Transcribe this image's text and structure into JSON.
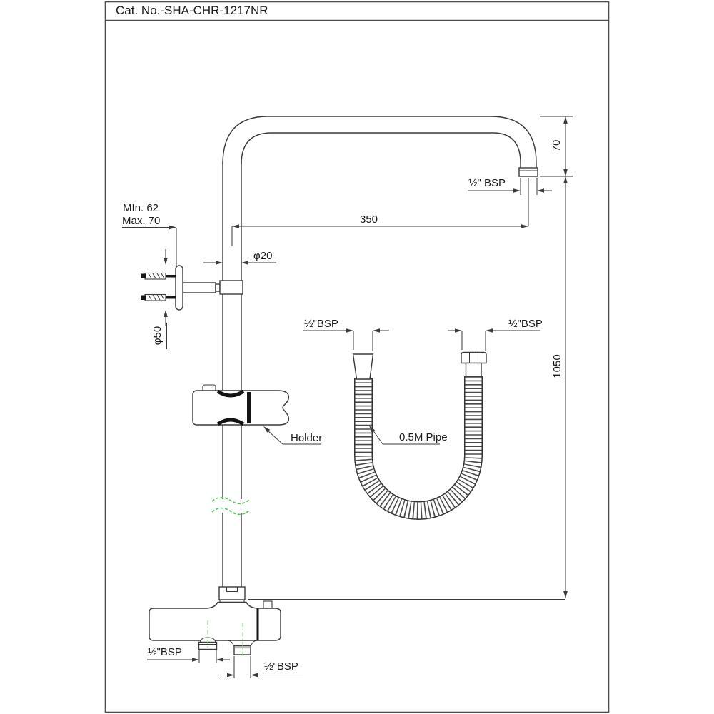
{
  "sheet": {
    "title": "Cat. No.-SHA-CHR-1217NR"
  },
  "dimensions": {
    "min_depth": "MIn. 62",
    "max_depth": "Max. 70",
    "pipe_diameter": "φ20",
    "flange_diameter": "φ50",
    "arm_length": "350",
    "arm_drop": "70",
    "riser_height": "1050",
    "arm_outlet_thread": "½\" BSP",
    "hose_left_thread": "½\"BSP",
    "hose_right_thread": "½\"BSP",
    "bottom_left_thread": "½\"BSP",
    "bottom_right_thread": "½\"BSP"
  },
  "labels": {
    "holder": "Holder",
    "hose": "0.5M Pipe"
  },
  "colors": {
    "line": "#3a3a3a",
    "centerline_green": "#8bd88b",
    "break_green": "#4ecb4e",
    "background": "#ffffff"
  }
}
